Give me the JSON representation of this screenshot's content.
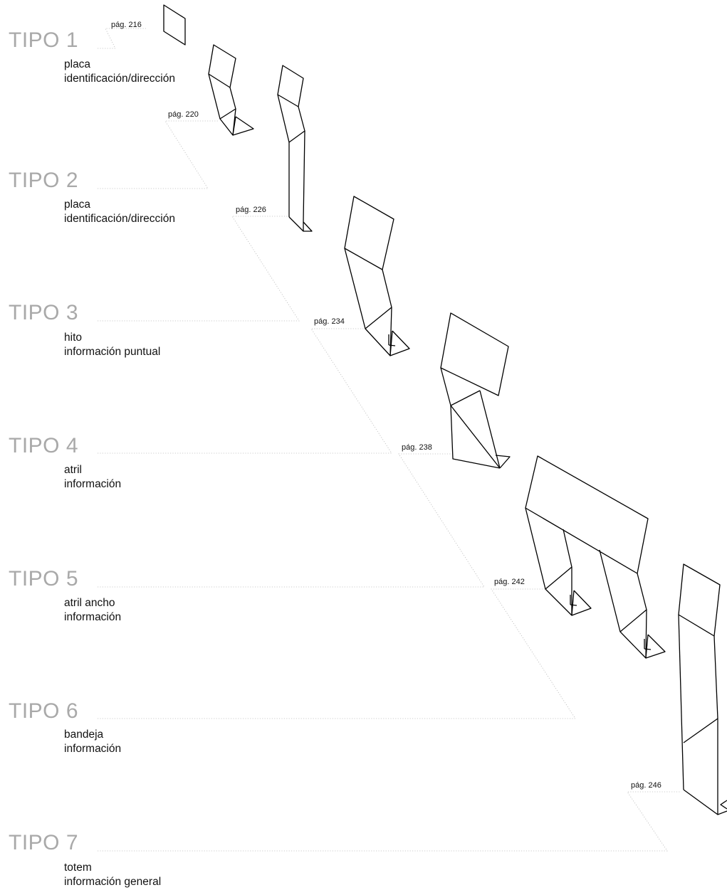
{
  "colors": {
    "title": "#a9a9a9",
    "text": "#111111",
    "leader": "#bbbbbb",
    "outline": "#000000"
  },
  "tipos": [
    {
      "title": "TIPO 1",
      "line1": "placa",
      "line2": "identificación/dirección",
      "page_ref": "pág. 216"
    },
    {
      "title": "TIPO 2",
      "line1": "placa",
      "line2": "identificación/dirección",
      "page_ref": "pág. 220"
    },
    {
      "title": "TIPO 3",
      "line1": "hito",
      "line2": "información puntual",
      "page_ref": "pág. 226"
    },
    {
      "title": "TIPO 4",
      "line1": "atril",
      "line2": "información",
      "page_ref": "pág. 234"
    },
    {
      "title": "TIPO 5",
      "line1": "atril ancho",
      "line2": "información",
      "page_ref": "pág. 238"
    },
    {
      "title": "TIPO 6",
      "line1": "bandeja",
      "line2": "información",
      "page_ref": "pág. 242"
    },
    {
      "title": "TIPO 7",
      "line1": "totem",
      "line2": "información general",
      "page_ref": "pág. 246"
    }
  ]
}
